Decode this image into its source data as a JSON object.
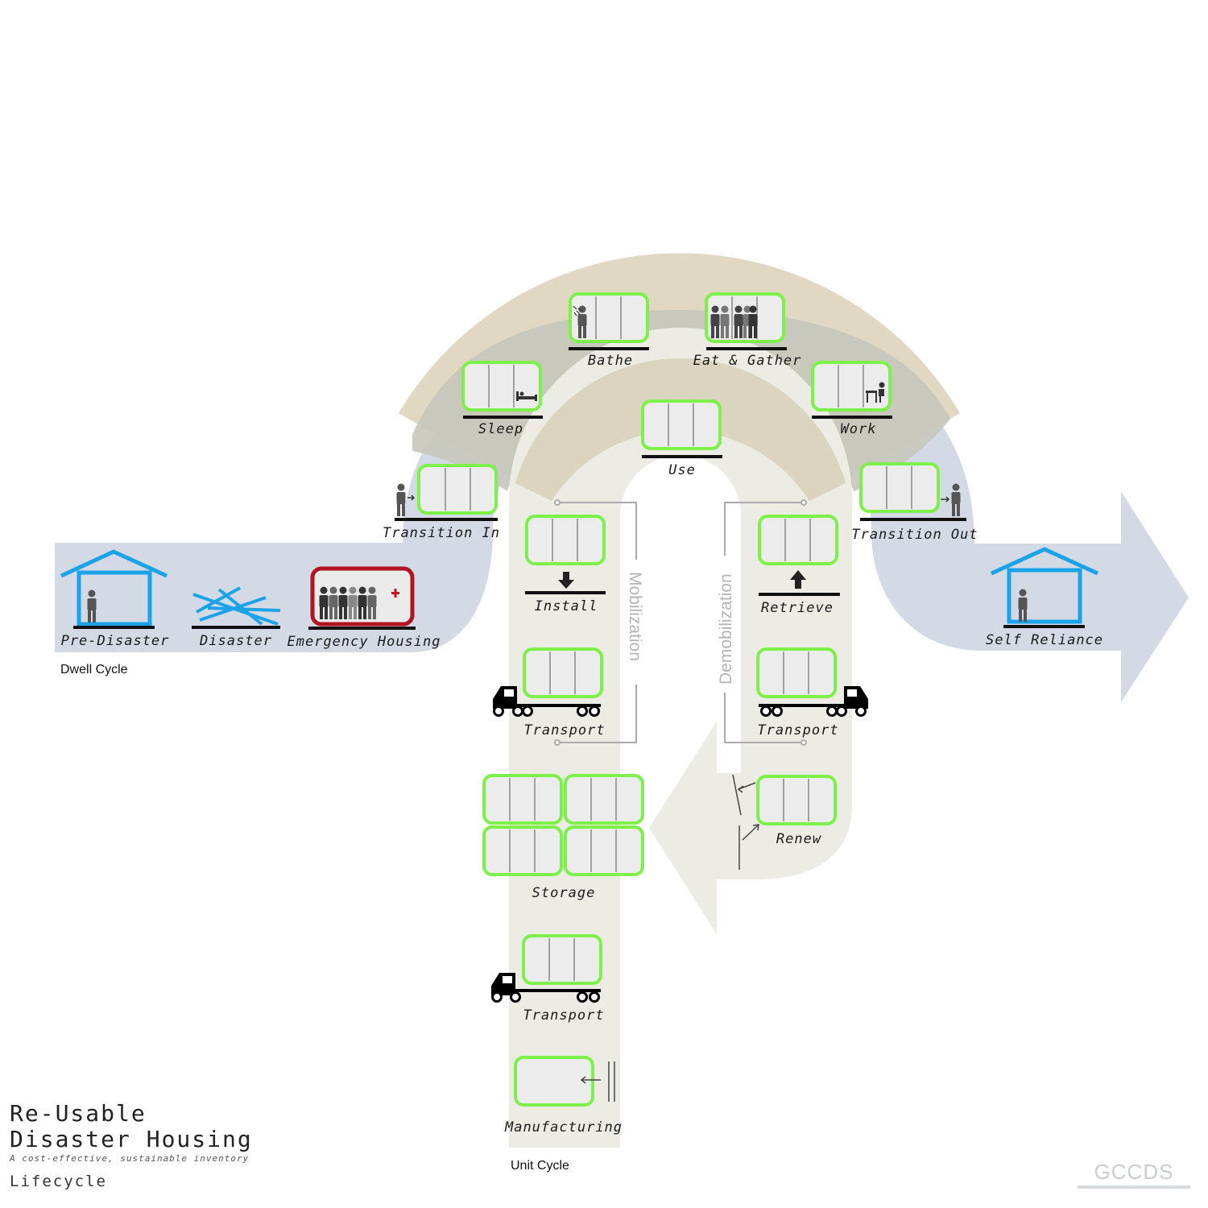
{
  "title": {
    "line1": "Re-Usable",
    "line2": "Disaster Housing",
    "subtitle": "A cost-effective, sustainable inventory",
    "section": "Lifecycle"
  },
  "logo": {
    "text": "GCCDS"
  },
  "cycles": {
    "dwell": "Dwell Cycle",
    "unit": "Unit Cycle"
  },
  "phases": {
    "mobilization": "Mobilization",
    "demobilization": "Demobilization"
  },
  "dwell_stages": {
    "pre_disaster": "Pre-Disaster",
    "disaster": "Disaster",
    "emergency_housing": "Emergency Housing",
    "transition_in": "Transition In",
    "sleep": "Sleep",
    "bathe": "Bathe",
    "eat_gather": "Eat & Gather",
    "work": "Work",
    "use": "Use",
    "transition_out": "Transition Out",
    "self_reliance": "Self Reliance"
  },
  "unit_stages": {
    "install": "Install",
    "transport_mob": "Transport",
    "storage": "Storage",
    "transport_factory": "Transport",
    "manufacturing": "Manufacturing",
    "retrieve": "Retrieve",
    "transport_demob": "Transport",
    "renew": "Renew"
  },
  "colors": {
    "unit_border": "#7df04a",
    "emergency_border": "#b3121f",
    "house": "#1aa3e8",
    "dwell_band": "#d3dae6",
    "unit_band": "#ecece4",
    "use_band": "#e0d8c2"
  },
  "icons": [
    "person-icon",
    "house-icon",
    "collapsed-house-icon",
    "crowd-icon",
    "medical-cross-icon",
    "bed-icon",
    "shower-icon",
    "family-icon",
    "desk-icon",
    "truck-icon",
    "down-arrow-icon",
    "up-arrow-icon"
  ]
}
